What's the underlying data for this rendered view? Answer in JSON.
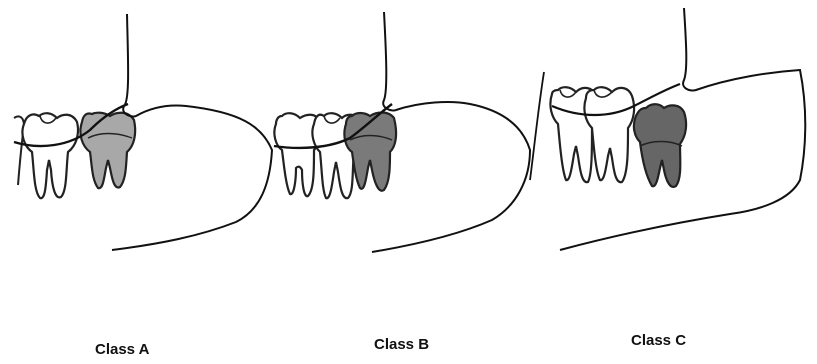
{
  "panels": [
    {
      "label": "Class A",
      "wisdom_tooth_fill": "#a8a8a8"
    },
    {
      "label": "Class B",
      "wisdom_tooth_fill": "#7a7a7a"
    },
    {
      "label": "Class C",
      "wisdom_tooth_fill": "#666666"
    }
  ],
  "colors": {
    "background": "#ffffff",
    "line": "#111111",
    "tooth_outline": "#222222",
    "tooth_fill": "#ffffff"
  }
}
